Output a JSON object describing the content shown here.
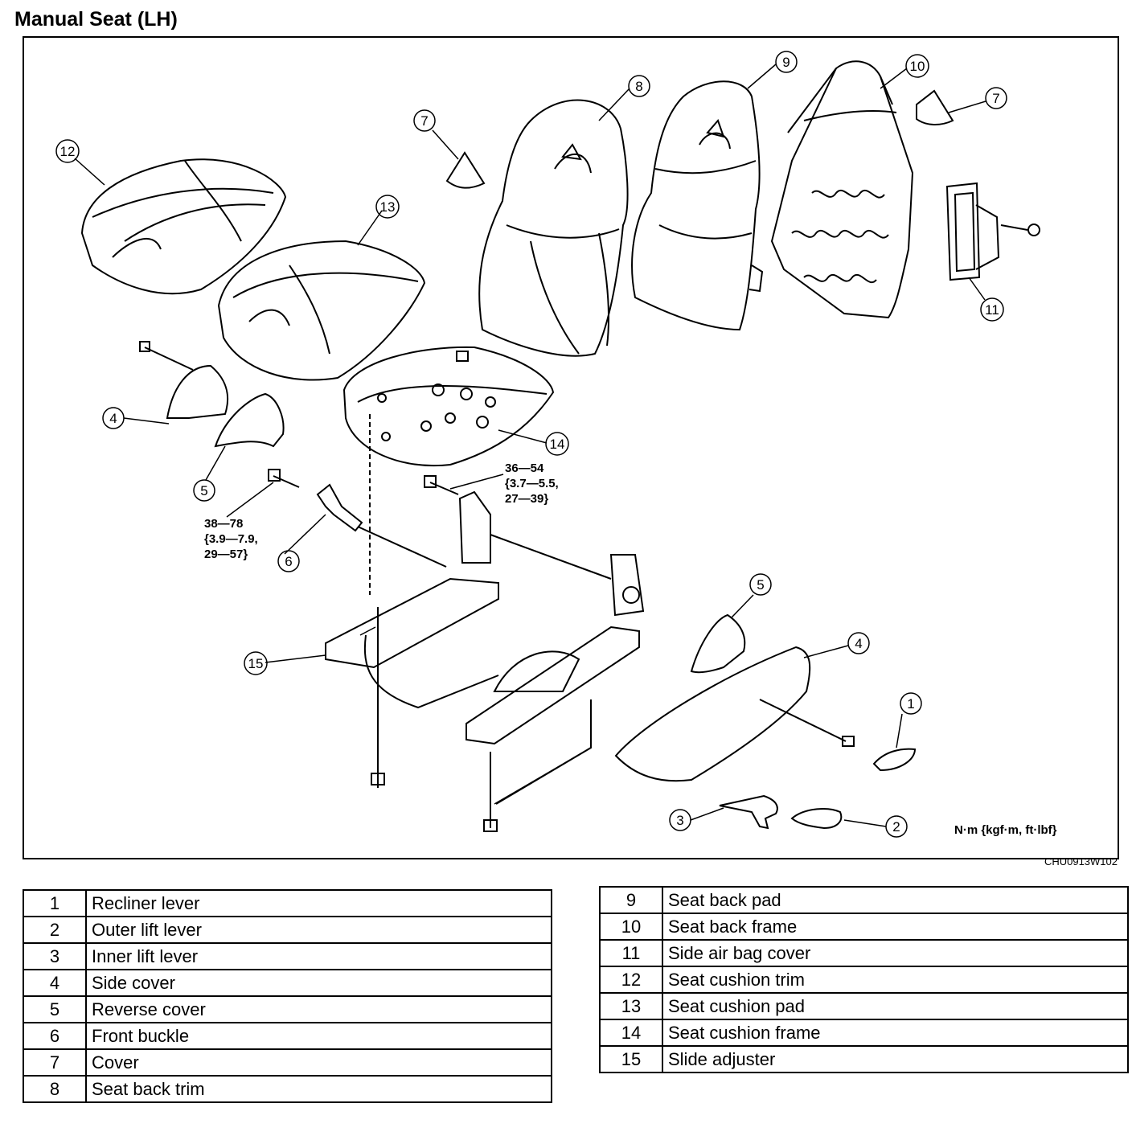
{
  "title": "Manual Seat (LH)",
  "diagram_code": "CHU0913W102",
  "units_note": "N·m {kgf·m, ft·lbf}",
  "torques": [
    {
      "id": "t1",
      "text": "36—54\n{3.7—5.5,\n27—39}"
    },
    {
      "id": "t2",
      "text": "38—78\n{3.9—7.9,\n29—57}"
    }
  ],
  "callouts": [
    {
      "id": "c1",
      "label": "1"
    },
    {
      "id": "c2",
      "label": "2"
    },
    {
      "id": "c3",
      "label": "3"
    },
    {
      "id": "c4a",
      "label": "4"
    },
    {
      "id": "c4b",
      "label": "4"
    },
    {
      "id": "c5a",
      "label": "5"
    },
    {
      "id": "c5b",
      "label": "5"
    },
    {
      "id": "c6",
      "label": "6"
    },
    {
      "id": "c7a",
      "label": "7"
    },
    {
      "id": "c7b",
      "label": "7"
    },
    {
      "id": "c8",
      "label": "8"
    },
    {
      "id": "c9",
      "label": "9"
    },
    {
      "id": "c10",
      "label": "10"
    },
    {
      "id": "c11",
      "label": "11"
    },
    {
      "id": "c12",
      "label": "12"
    },
    {
      "id": "c13",
      "label": "13"
    },
    {
      "id": "c14",
      "label": "14"
    },
    {
      "id": "c15",
      "label": "15"
    }
  ],
  "parts_left": [
    {
      "num": "1",
      "name": "Recliner lever"
    },
    {
      "num": "2",
      "name": "Outer lift lever"
    },
    {
      "num": "3",
      "name": "Inner lift lever"
    },
    {
      "num": "4",
      "name": "Side cover"
    },
    {
      "num": "5",
      "name": "Reverse cover"
    },
    {
      "num": "6",
      "name": "Front buckle"
    },
    {
      "num": "7",
      "name": "Cover"
    },
    {
      "num": "8",
      "name": "Seat back trim"
    }
  ],
  "parts_right": [
    {
      "num": "9",
      "name": "Seat back pad"
    },
    {
      "num": "10",
      "name": "Seat back frame"
    },
    {
      "num": "11",
      "name": "Side air bag cover"
    },
    {
      "num": "12",
      "name": "Seat cushion trim"
    },
    {
      "num": "13",
      "name": "Seat cushion pad"
    },
    {
      "num": "14",
      "name": "Seat cushion frame"
    },
    {
      "num": "15",
      "name": "Slide adjuster"
    }
  ]
}
